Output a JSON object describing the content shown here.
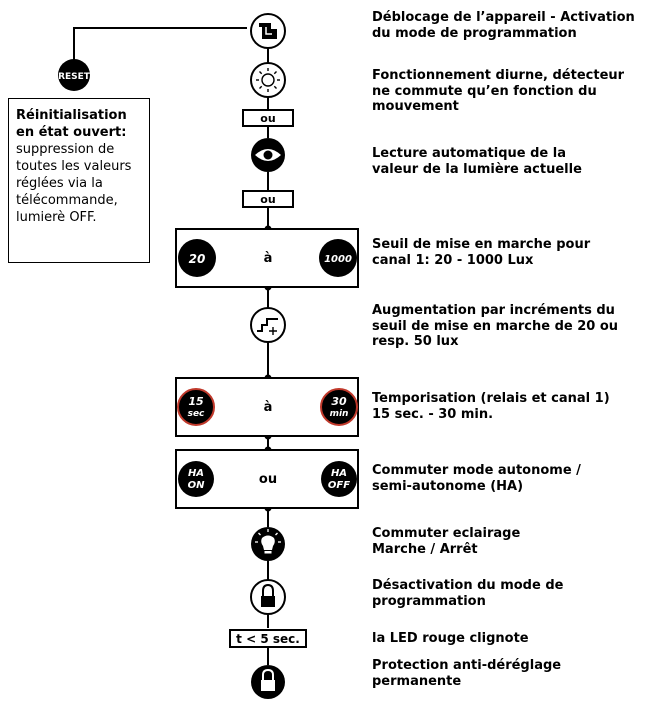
{
  "reset": {
    "button": "RESET",
    "title": "Réinitialisation\nen état ouvert:",
    "text": "suppression de\ntoutes les valeurs\nréglées via la\ntélécommande,\nlumierè OFF."
  },
  "steps": [
    {
      "id": "unlock",
      "text": "Déblocage de l’appareil - Activation\ndu mode de programmation"
    },
    {
      "id": "day",
      "text": "Fonctionnement diurne, détecteur\nne commute qu’en fonction du\nmouvement"
    },
    {
      "id": "eye",
      "text": "Lecture automatique de la\nvaleur de la lumière actuelle"
    },
    {
      "id": "threshold",
      "text": "Seuil de mise en marche pour\ncanal 1: 20 - 1000 Lux"
    },
    {
      "id": "step",
      "text": "Augmentation par incréments du\nseuil de mise en marche de 20 ou\nresp. 50 lux"
    },
    {
      "id": "timer",
      "text": "Temporisation (relais et canal 1)\n15 sec. - 30 min."
    },
    {
      "id": "ha",
      "text": "Commuter mode autonome /\nsemi-autonome (HA)"
    },
    {
      "id": "light",
      "text": "Commuter eclairage\nMarche / Arrêt"
    },
    {
      "id": "lock",
      "text": "Désactivation du mode de\nprogrammation"
    },
    {
      "id": "led",
      "text": "la LED rouge clignote"
    },
    {
      "id": "protect",
      "text": "Protection anti-déréglage\npermanente"
    }
  ],
  "connectors": {
    "or1": "ou",
    "or2": "ou",
    "or_ha": "ou",
    "a1": "à",
    "a2": "à"
  },
  "range_threshold": {
    "min": "20",
    "max": "1000"
  },
  "range_timer": {
    "min_value": "15",
    "min_unit": "sec",
    "max_value": "30",
    "max_unit": "min"
  },
  "ha": {
    "on_top": "HA",
    "on_bottom": "ON",
    "off_top": "HA",
    "off_bottom": "OFF"
  },
  "timer_label": "t < 5 sec.",
  "colors": {
    "ink": "#000000",
    "paper": "#ffffff",
    "timer_ring": "#c0392b"
  }
}
